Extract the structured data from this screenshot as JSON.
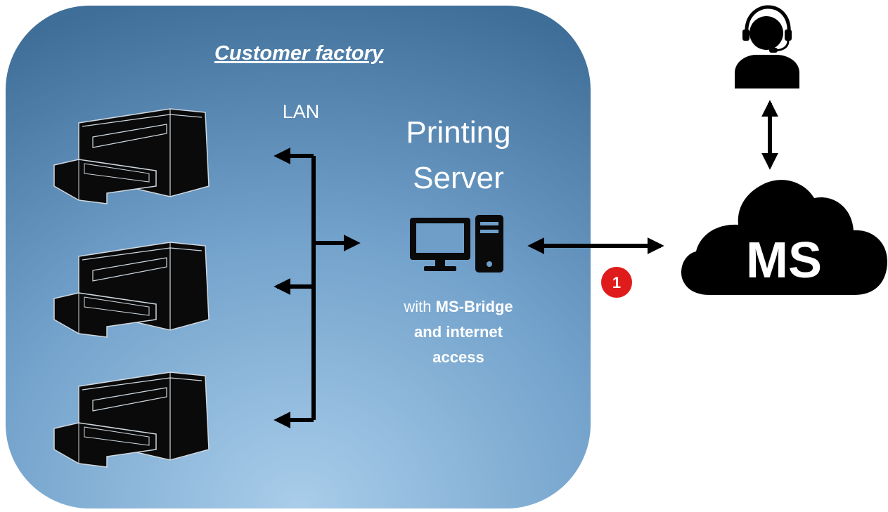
{
  "factory": {
    "title": "Customer factory",
    "bg_top": "#3f6e98",
    "bg_bottom": "#a9cdea"
  },
  "lan": {
    "label": "LAN"
  },
  "server": {
    "title_line1": "Printing",
    "title_line2": "Server",
    "caption_prefix": "with ",
    "caption_bold1": "MS-Bridge",
    "caption_line2": "and internet",
    "caption_line3": "access"
  },
  "cloud": {
    "label": "MS"
  },
  "badge": {
    "number": "1",
    "color": "#e01b1b"
  },
  "icons": [
    "printer-icon",
    "printer-icon",
    "printer-icon",
    "computer-monitor-icon",
    "computer-tower-icon",
    "support-agent-icon",
    "cloud-icon"
  ]
}
